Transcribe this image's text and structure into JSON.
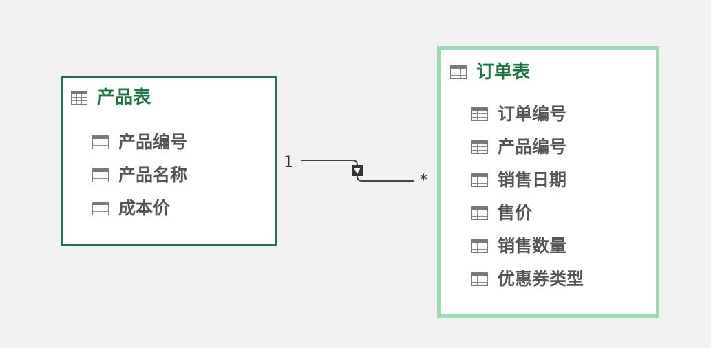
{
  "tables": [
    {
      "id": "products",
      "title": "产品表",
      "fields": [
        "产品编号",
        "产品名称",
        "成本价"
      ]
    },
    {
      "id": "orders",
      "title": "订单表",
      "fields": [
        "订单编号",
        "产品编号",
        "销售日期",
        "售价",
        "销售数量",
        "优惠券类型"
      ]
    }
  ],
  "relationship": {
    "from_table": "产品表",
    "to_table": "订单表",
    "from_cardinality": "1",
    "to_cardinality": "*",
    "filter_direction": "single"
  },
  "colors": {
    "accent": "#217346",
    "selected_border": "#a0d8b8",
    "field_text": "#555555",
    "background": "#f1f1f1"
  },
  "icons": {
    "table": "table-icon",
    "field": "field-icon",
    "filter_direction": "filter-direction-arrow-icon"
  }
}
